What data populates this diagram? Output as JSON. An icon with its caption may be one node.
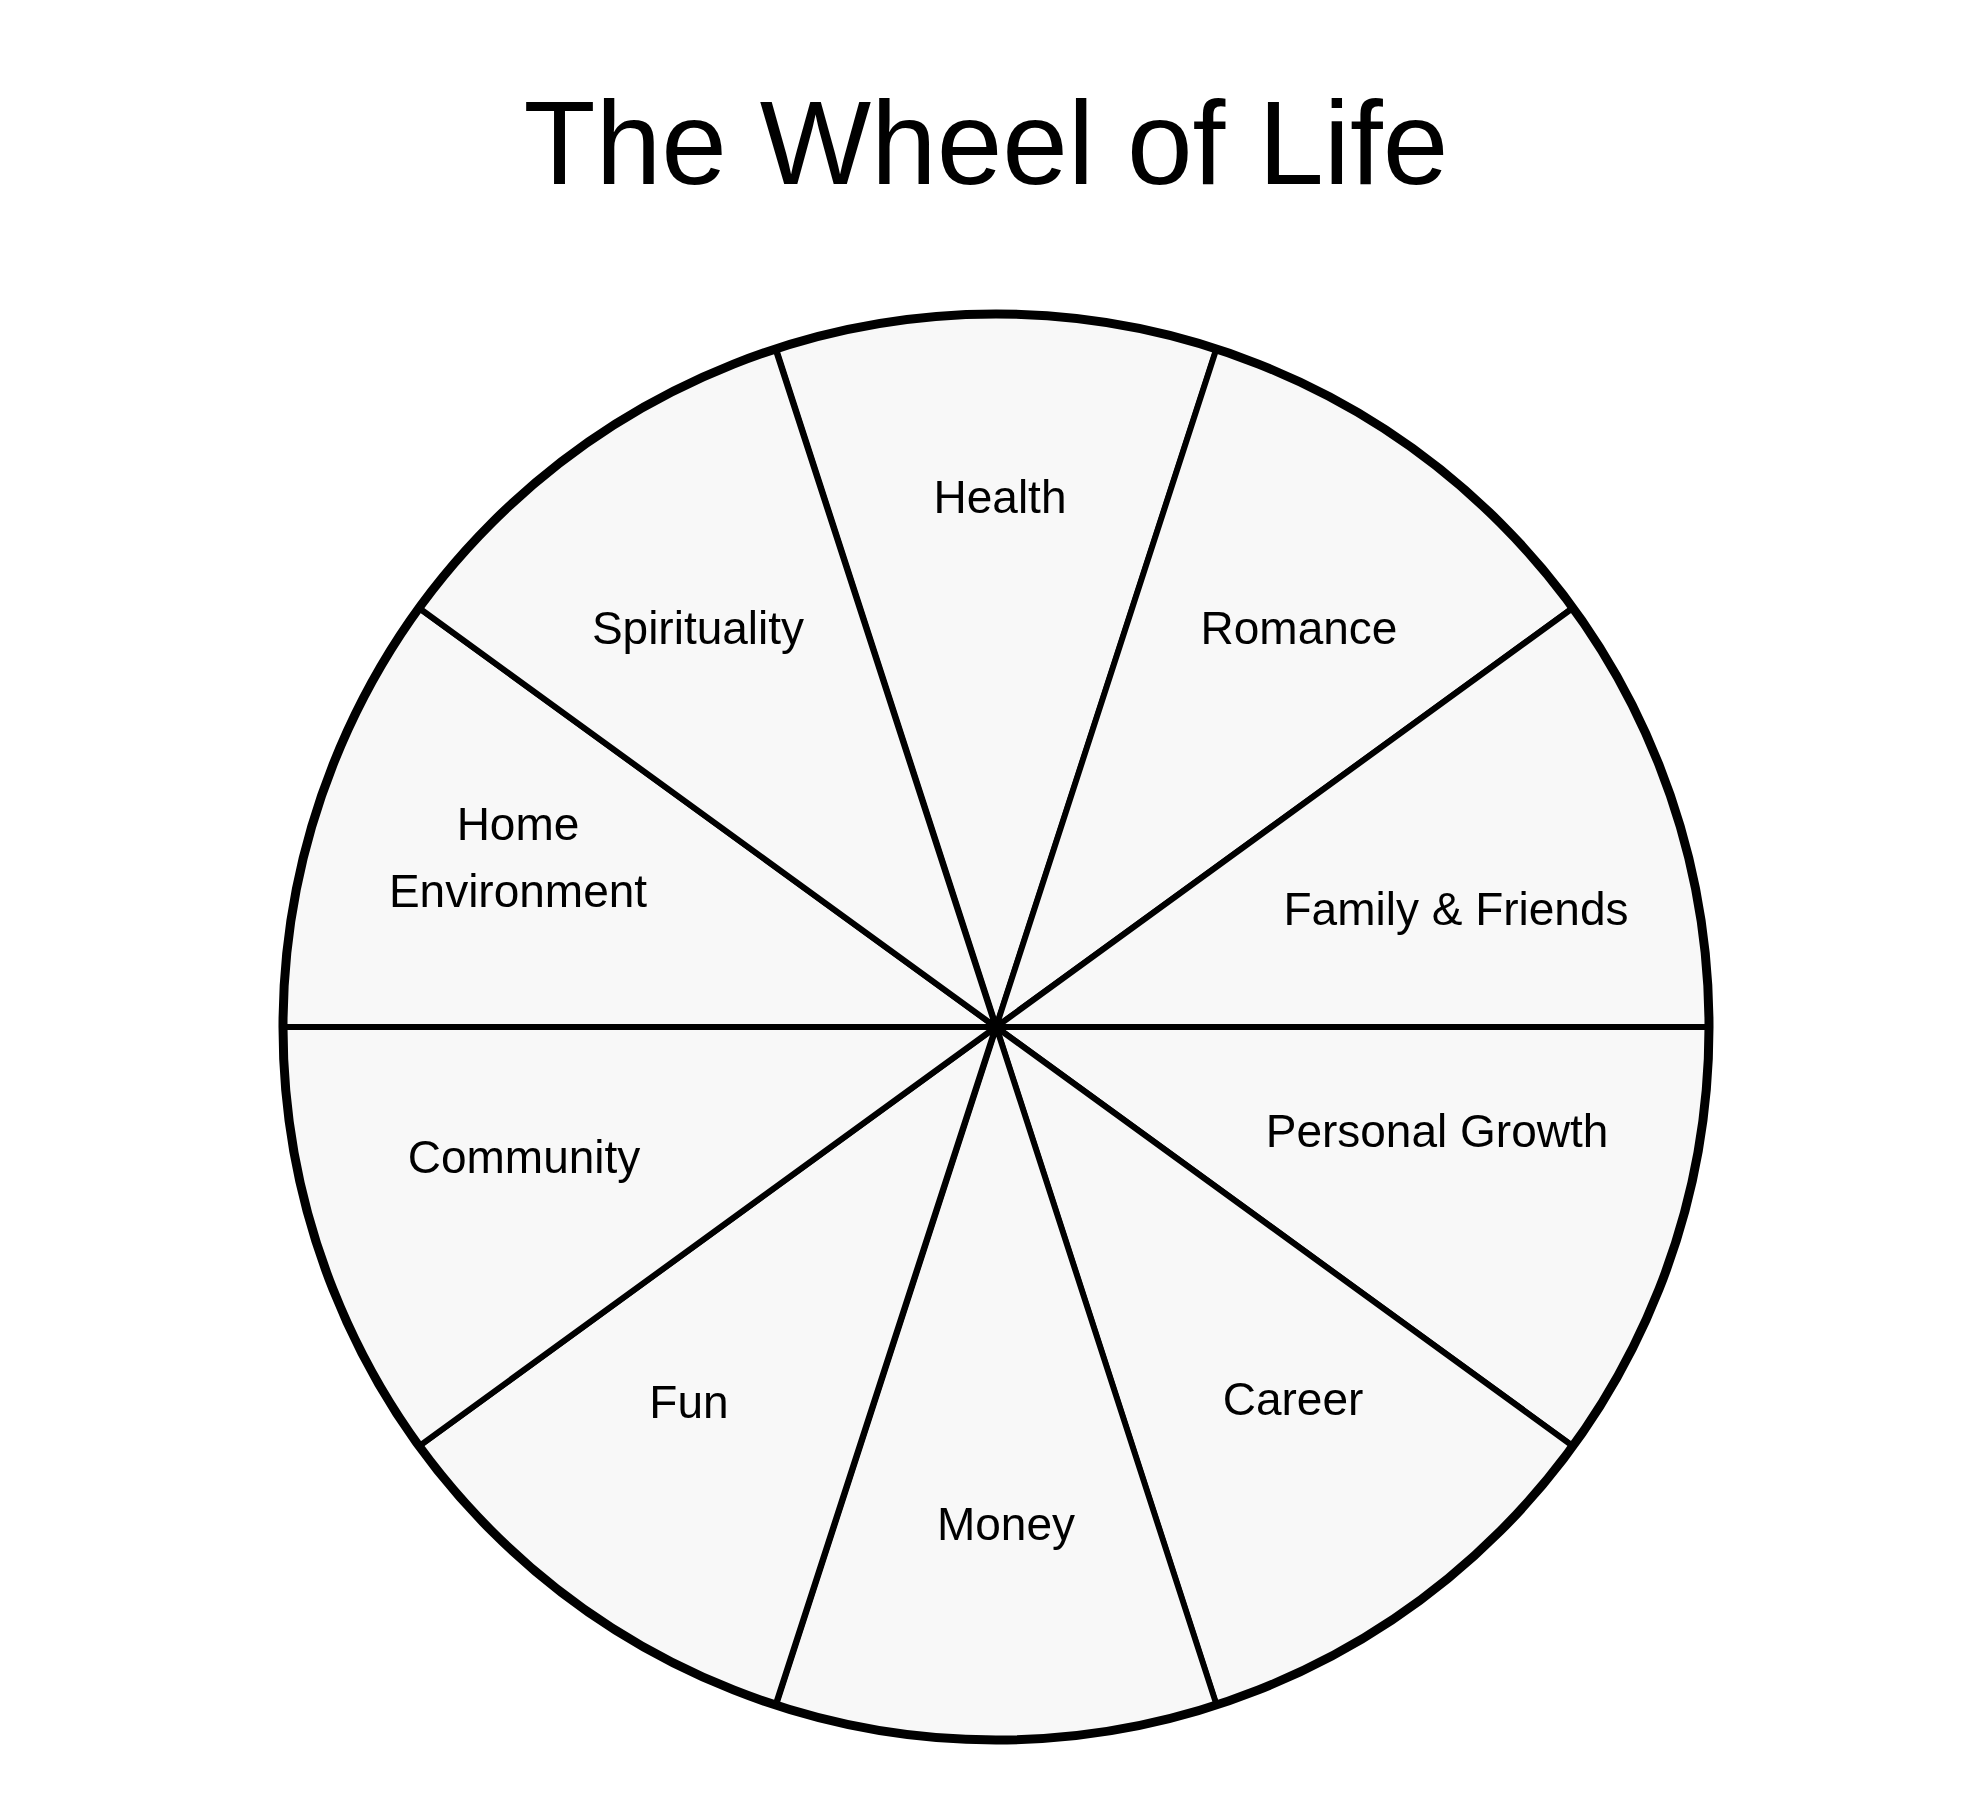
{
  "diagram": {
    "title": "The Wheel of Life",
    "nodes": [
      {
        "text": [
          "Health"
        ]
      },
      {
        "text": [
          "Romance"
        ]
      },
      {
        "text": [
          "Family & Friends"
        ]
      },
      {
        "text": [
          "Personal Growth"
        ]
      },
      {
        "text": [
          "Career"
        ]
      },
      {
        "text": [
          "Money"
        ]
      },
      {
        "text": [
          "Fun"
        ]
      },
      {
        "text": [
          "Community"
        ]
      },
      {
        "text": [
          "Home Environment"
        ]
      },
      {
        "text": [
          "Spirituality"
        ]
      }
    ]
  }
}
